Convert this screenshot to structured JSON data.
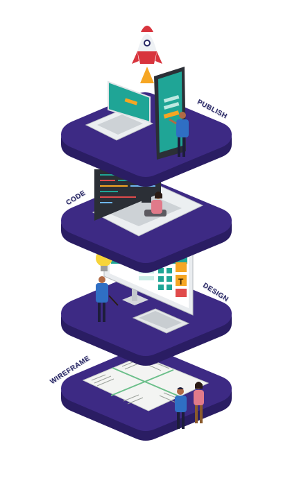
{
  "labels": {
    "publish": "PUBLISH",
    "code": "CODE",
    "design": "DESIGN",
    "wireframe": "WIREFRAME"
  },
  "colors": {
    "platform": "#3d2a84",
    "platform_edge": "#dfeee9",
    "platform_side": "#2a1d63",
    "screen_teal": "#1fa596",
    "accent_orange": "#f6a623",
    "rocket_red": "#d8343d",
    "label_navy": "#2a2966"
  }
}
